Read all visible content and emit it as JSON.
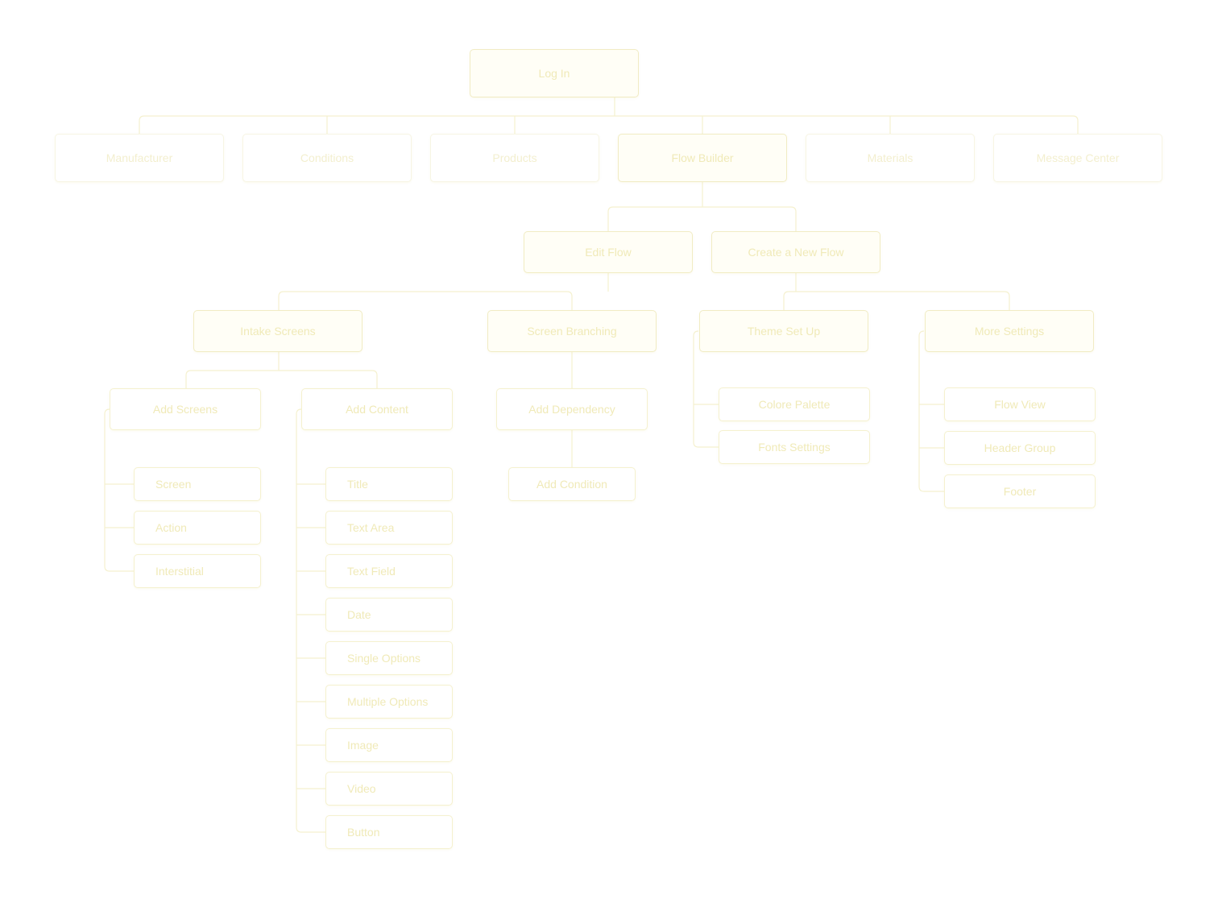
{
  "colors": {
    "line": "#f5f1cf",
    "text": "#f0eab8",
    "highlight_fill": "#fffef6",
    "background": "#ffffff"
  },
  "nodes": {
    "login": "Log In",
    "manufacturer": "Manufacturer",
    "conditions": "Conditions",
    "products": "Products",
    "flow_builder": "Flow Builder",
    "materials": "Materials",
    "message_center": "Message Center",
    "edit_flow": "Edit Flow",
    "create_flow": "Create a New Flow",
    "intake_screens": "Intake Screens",
    "screen_branching": "Screen Branching",
    "theme_set_up": "Theme Set Up",
    "more_settings": "More Settings",
    "add_screens": "Add Screens",
    "add_content": "Add Content",
    "add_dependency": "Add Dependency",
    "add_condition": "Add Condition",
    "colors_palette": "Colore Palette",
    "fonts_settings": "Fonts Settings",
    "flow_view": "Flow View",
    "header_group": "Header Group",
    "footer": "Footer",
    "screen": "Screen",
    "action": "Action",
    "interstitial": "Interstitial",
    "title": "Title",
    "text_area": "Text Area",
    "text_field": "Text Field",
    "date": "Date",
    "single_options": "Single Options",
    "multiple_options": "Multiple Options",
    "image": "Image",
    "video": "Video",
    "button": "Button"
  }
}
